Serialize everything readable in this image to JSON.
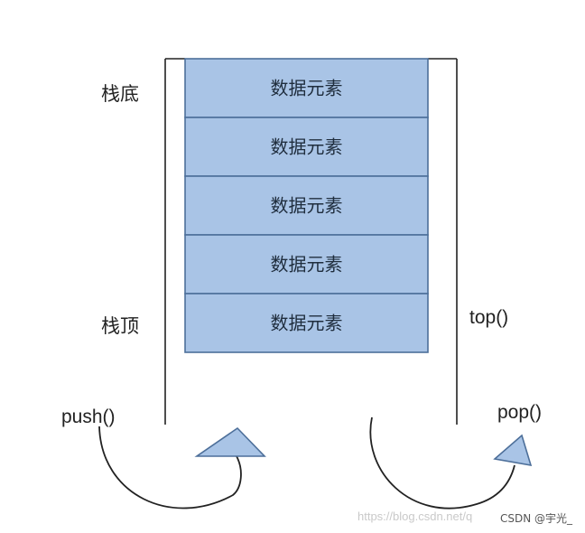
{
  "labels": {
    "bottom": "栈底",
    "top": "栈顶",
    "top_fn": "top()",
    "push_fn": "push()",
    "pop_fn": "pop()"
  },
  "stack": {
    "cells": [
      "数据元素",
      "数据元素",
      "数据元素",
      "数据元素",
      "数据元素"
    ]
  },
  "watermark": {
    "url": "https://blog.csdn.net/q",
    "badge": "CSDN @宇光_"
  },
  "colors": {
    "cell_fill": "#a9c4e6",
    "cell_stroke": "#4d6f9a",
    "arrow_fill": "#a9c4e6",
    "line": "#222222"
  }
}
